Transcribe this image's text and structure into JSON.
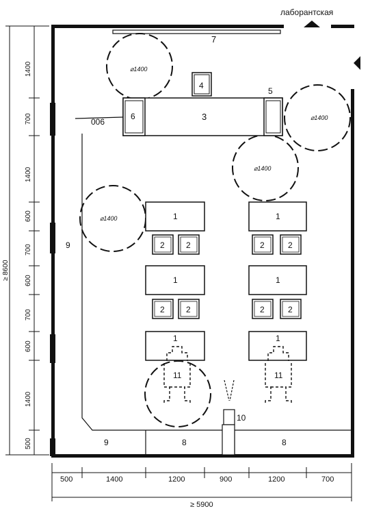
{
  "header": {
    "adjacent_room": "лаборантская"
  },
  "dimensions": {
    "bottom": [
      "500",
      "1400",
      "1200",
      "900",
      "1200",
      "700"
    ],
    "bottom_total": "≥ 5900",
    "left": [
      "1400",
      "700",
      "1400",
      "600",
      "700",
      "600",
      "700",
      "600",
      "1400",
      "500"
    ],
    "left_total": "≥ 8600"
  },
  "labels": {
    "desk": "1",
    "chair": "2",
    "demo_table": "3",
    "item_4": "4",
    "item_5": "5",
    "item_6": "6",
    "item_7": "7",
    "item_8": "8",
    "item_9": "9",
    "item_10": "10",
    "wheelchair": "11",
    "turn_circle": "⌀1400",
    "wall_mark": "006"
  }
}
